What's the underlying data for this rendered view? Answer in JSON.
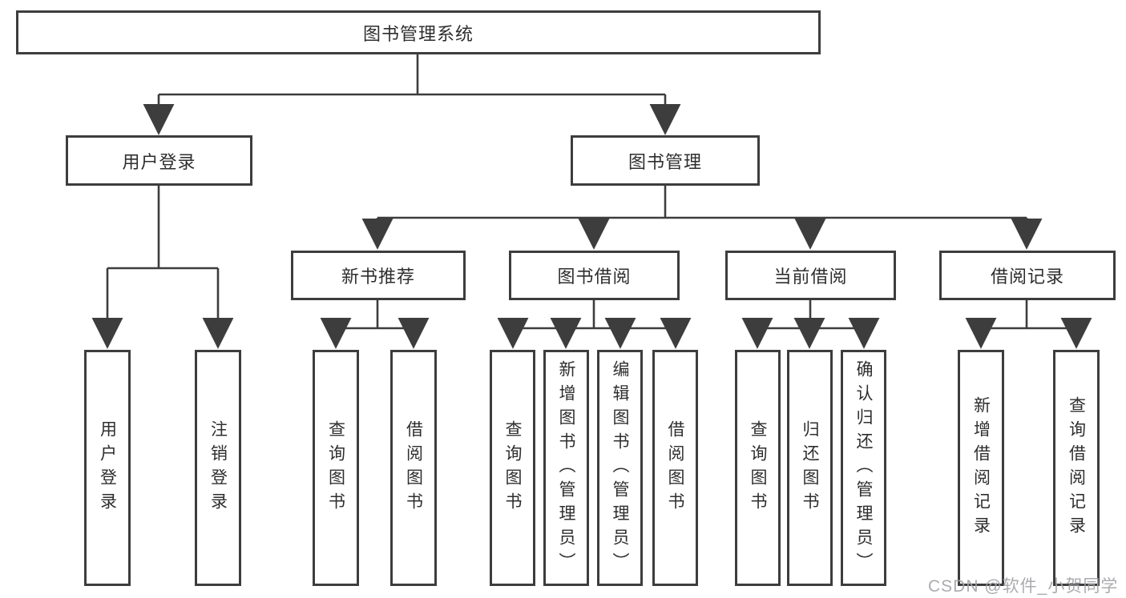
{
  "diagram_type": "hierarchy-tree",
  "colors": {
    "background": "#ffffff",
    "box_border": "#3d3d3d",
    "connector_line": "#3d3d3d",
    "text": "#2e2e2e",
    "watermark": "#a4a4a8"
  },
  "tree": {
    "label": "图书管理系统",
    "children": [
      {
        "label": "用户登录",
        "children": [
          {
            "label": "用户登录"
          },
          {
            "label": "注销登录"
          }
        ]
      },
      {
        "label": "图书管理",
        "children": [
          {
            "label": "新书推荐",
            "children": [
              {
                "label": "查询图书"
              },
              {
                "label": "借阅图书"
              }
            ]
          },
          {
            "label": "图书借阅",
            "children": [
              {
                "label": "查询图书"
              },
              {
                "label": "新增图书（管理员）"
              },
              {
                "label": "编辑图书（管理员）"
              },
              {
                "label": "借阅图书"
              }
            ]
          },
          {
            "label": "当前借阅",
            "children": [
              {
                "label": "查询图书"
              },
              {
                "label": "归还图书"
              },
              {
                "label": "确认归还（管理员）"
              }
            ]
          },
          {
            "label": "借阅记录",
            "children": [
              {
                "label": "新增借阅记录"
              },
              {
                "label": "查询借阅记录"
              }
            ]
          }
        ]
      }
    ]
  },
  "watermark": {
    "text": "CSDN @软件_小贺同学"
  }
}
